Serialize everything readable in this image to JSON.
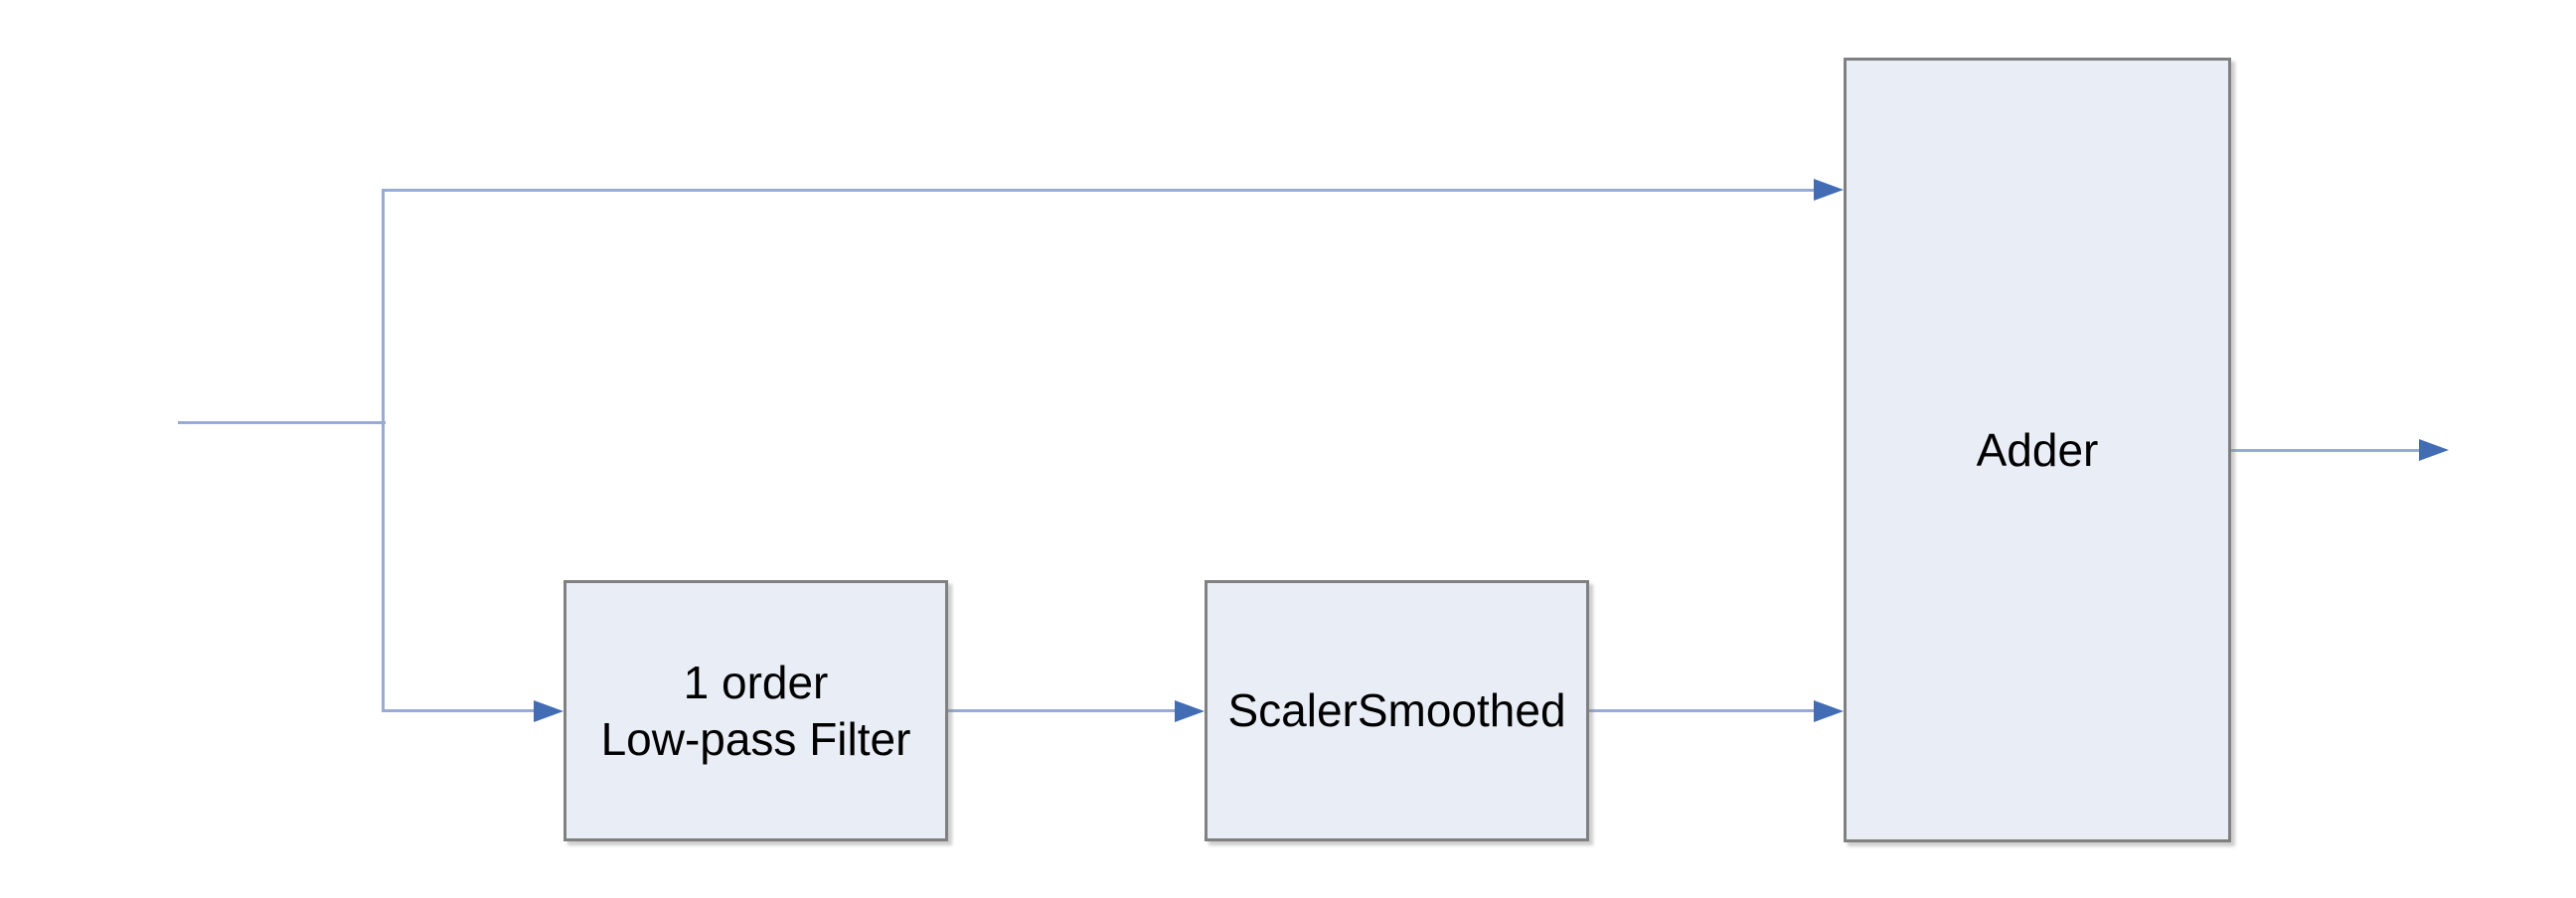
{
  "nodes": {
    "lowpass": {
      "line1": "1 order",
      "line2": "Low-pass Filter"
    },
    "scaler": {
      "label": "ScalerSmoothed"
    },
    "adder": {
      "label": "Adder"
    }
  },
  "colors": {
    "background": "#ffffff",
    "block_fill": "#e9edf5",
    "block_border": "#808080",
    "connector": "#97abd6",
    "arrowhead": "#426cb4",
    "label_text": "#000000"
  }
}
